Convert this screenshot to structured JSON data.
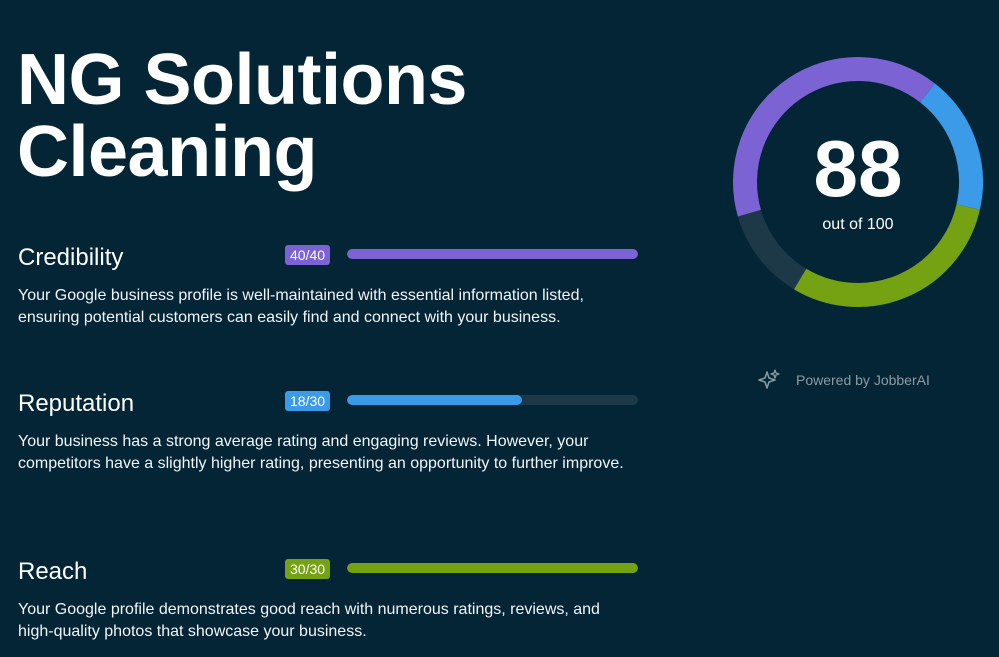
{
  "title": {
    "line1": "NG Solutions",
    "line2": "Cleaning"
  },
  "sections": [
    {
      "name": "Credibility",
      "score_label": "40/40",
      "fraction": 1.0,
      "color": "#7b63d4",
      "description": "Your Google business profile is well-maintained with essential information listed, ensuring potential customers can easily find and connect with your business."
    },
    {
      "name": "Reputation",
      "score_label": "18/30",
      "fraction": 0.6,
      "color": "#3b9be8",
      "description": "Your business has a strong average rating and engaging reviews. However, your competitors have a slightly higher rating, presenting an opportunity to further improve."
    },
    {
      "name": "Reach",
      "score_label": "30/30",
      "fraction": 1.0,
      "color": "#74a212",
      "description": "Your Google profile demonstrates good reach with numerous ratings, reviews, and high-quality photos that showcase your business."
    }
  ],
  "gauge": {
    "value": "88",
    "caption": "out of 100",
    "segments": [
      {
        "name": "Credibility",
        "amount": 40,
        "color": "#7b63d4"
      },
      {
        "name": "Reputation",
        "amount": 18,
        "color": "#3b9be8"
      },
      {
        "name": "Reach",
        "amount": 30,
        "color": "#74a212"
      }
    ],
    "remaining_color": "#1d3846"
  },
  "powered_by": {
    "text": "Powered by JobberAI",
    "icon": "sparkles-icon"
  }
}
